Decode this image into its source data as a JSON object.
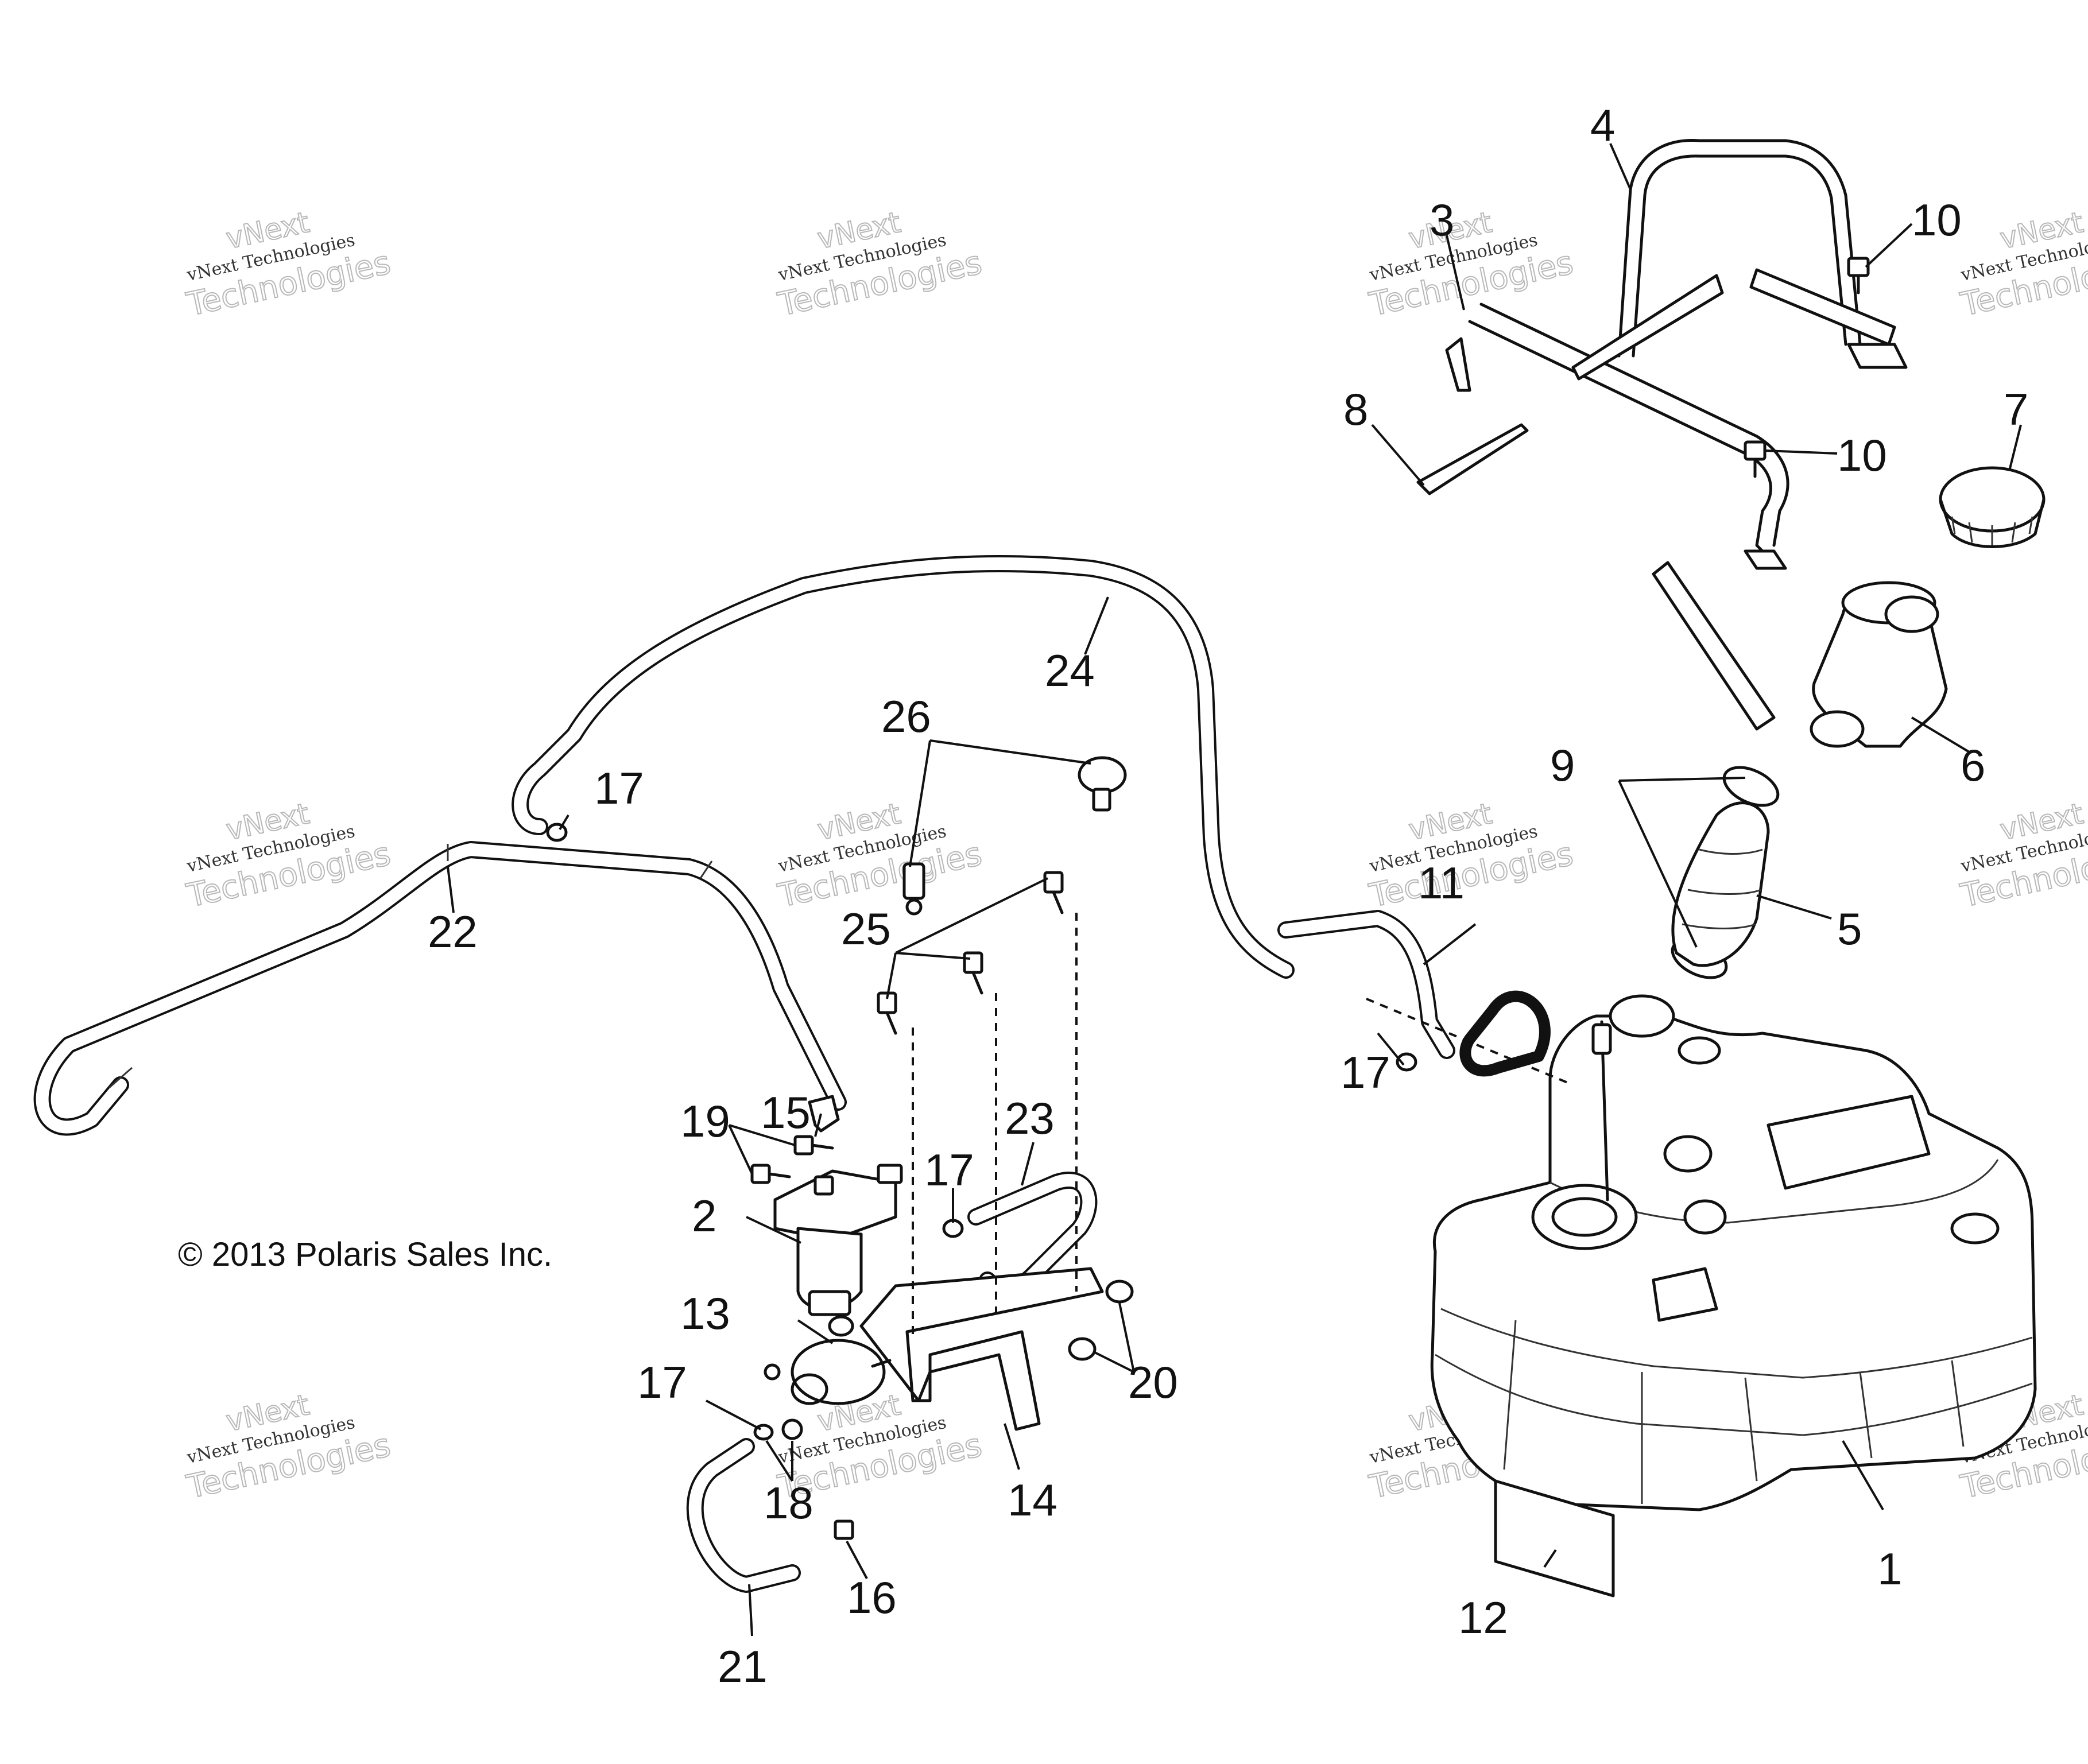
{
  "copyright": "© 2013 Polaris Sales Inc.",
  "watermark": {
    "line1": "vNext",
    "line2": "vNext Technologies",
    "line3": "Technologies"
  },
  "callouts": [
    {
      "id": "c1",
      "text": "1"
    },
    {
      "id": "c2",
      "text": "2"
    },
    {
      "id": "c3",
      "text": "3"
    },
    {
      "id": "c4",
      "text": "4"
    },
    {
      "id": "c5",
      "text": "5"
    },
    {
      "id": "c6",
      "text": "6"
    },
    {
      "id": "c7",
      "text": "7"
    },
    {
      "id": "c8",
      "text": "8"
    },
    {
      "id": "c9",
      "text": "9"
    },
    {
      "id": "c10a",
      "text": "10"
    },
    {
      "id": "c10b",
      "text": "10"
    },
    {
      "id": "c11",
      "text": "11"
    },
    {
      "id": "c12",
      "text": "12"
    },
    {
      "id": "c13",
      "text": "13"
    },
    {
      "id": "c14",
      "text": "14"
    },
    {
      "id": "c15",
      "text": "15"
    },
    {
      "id": "c16",
      "text": "16"
    },
    {
      "id": "c17a",
      "text": "17"
    },
    {
      "id": "c17b",
      "text": "17"
    },
    {
      "id": "c17c",
      "text": "17"
    },
    {
      "id": "c17d",
      "text": "17"
    },
    {
      "id": "c18",
      "text": "18"
    },
    {
      "id": "c19",
      "text": "19"
    },
    {
      "id": "c20",
      "text": "20"
    },
    {
      "id": "c21",
      "text": "21"
    },
    {
      "id": "c22",
      "text": "22"
    },
    {
      "id": "c23",
      "text": "23"
    },
    {
      "id": "c24",
      "text": "24"
    },
    {
      "id": "c25",
      "text": "25"
    },
    {
      "id": "c26",
      "text": "26"
    }
  ]
}
